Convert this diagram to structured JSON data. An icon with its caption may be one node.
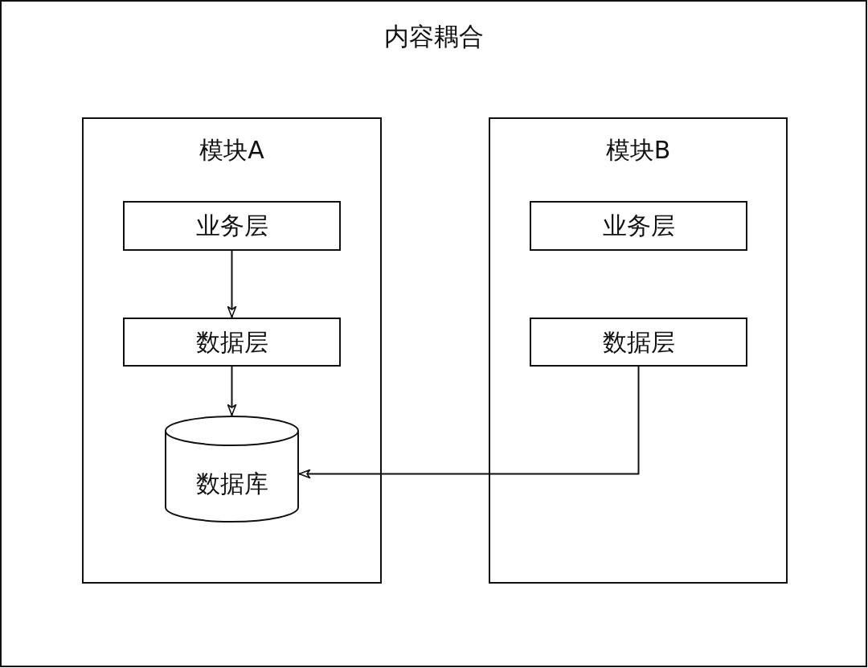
{
  "diagram": {
    "title": "内容耦合",
    "nodes": [
      {
        "text": [
          "模块A"
        ]
      },
      {
        "text": [
          "业务层"
        ],
        "in": 0
      },
      {
        "text": [
          "数据层"
        ],
        "in": 0
      },
      {
        "text": [
          "数据库"
        ],
        "in": 0
      },
      {
        "text": [
          "模块B"
        ]
      },
      {
        "text": [
          "业务层"
        ],
        "in": 4
      },
      {
        "text": [
          "数据层"
        ],
        "in": 4
      }
    ],
    "edges": [
      {
        "from": 1,
        "to": 2,
        "arrow": "to"
      },
      {
        "from": 2,
        "to": 3,
        "arrow": "to"
      },
      {
        "from": 6,
        "to": 3,
        "arrow": "to"
      }
    ]
  }
}
